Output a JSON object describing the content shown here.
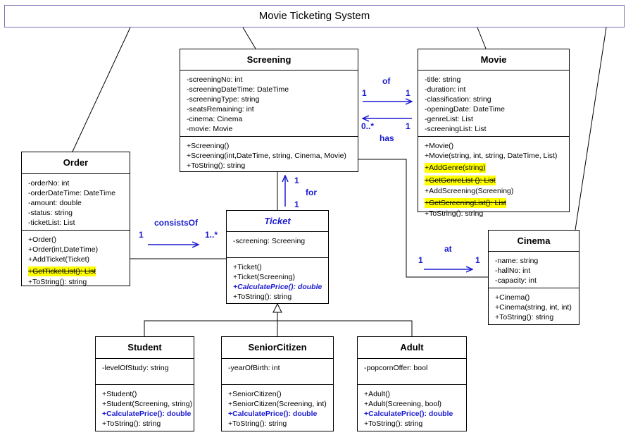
{
  "diagram_title": "Movie Ticketing System",
  "classes": {
    "screening": {
      "name": "Screening",
      "attributes": [
        "-screeningNo: int",
        "-screeningDateTime: DateTime",
        "-screeningType: string",
        "-seatsRemaining: int",
        "-cinema: Cinema",
        "-movie: Movie"
      ],
      "methods": [
        "+Screening()",
        "+Screening(int,DateTime, string, Cinema, Movie)",
        "+ToString(): string"
      ]
    },
    "movie": {
      "name": "Movie",
      "attributes": [
        "-title: string",
        "-duration: int",
        "-classification: string",
        "-openingDate: DateTime",
        "-genreList: List",
        "-screeningList: List"
      ],
      "methods": [
        "+Movie()",
        "+Movie(string, int, string, DateTime, List)",
        "+AddGenre(string)",
        "+GetGenreList (): List",
        "+AddScreening(Screening)",
        "+GetScreeningList(): List",
        "+ToString(): string"
      ]
    },
    "order": {
      "name": "Order",
      "attributes": [
        "-orderNo: int",
        "-orderDateTime: DateTime",
        "-amount: double",
        "-status: string",
        "-ticketList: List"
      ],
      "methods": [
        "+Order()",
        "+Order(int,DateTime)",
        "+AddTicket(Ticket)",
        "+GetTicketList(): List",
        "+ToString(): string"
      ]
    },
    "ticket": {
      "name": "Ticket",
      "attributes": [
        "-screening: Screening"
      ],
      "methods": [
        "+Ticket()",
        "+Ticket(Screening)",
        "+CalculatePrice(): double",
        "+ToString(): string"
      ]
    },
    "cinema": {
      "name": "Cinema",
      "attributes": [
        "-name: string",
        "-hallNo: int",
        "-capacity: int"
      ],
      "methods": [
        "+Cinema()",
        "+Cinema(string, int, int)",
        "+ToString(): string"
      ]
    },
    "student": {
      "name": "Student",
      "attributes": [
        "-levelOfStudy: string"
      ],
      "methods": [
        "+Student()",
        "+Student(Screening, string)",
        "+CalculatePrice(): double",
        "+ToString(): string"
      ]
    },
    "senior": {
      "name": "SeniorCitizen",
      "attributes": [
        "-yearOfBirth: int"
      ],
      "methods": [
        "+SeniorCitizen()",
        "+SeniorCitizen(Screening, int)",
        "+CalculatePrice(): double",
        "+ToString(): string"
      ]
    },
    "adult": {
      "name": "Adult",
      "attributes": [
        "-popcornOffer: bool"
      ],
      "methods": [
        "+Adult()",
        "+Adult(Screening, bool)",
        "+CalculatePrice(): double",
        "+ToString(): string"
      ]
    }
  },
  "associations": {
    "of": {
      "label": "of",
      "from_mult": "1",
      "to_mult": "1"
    },
    "has": {
      "label": "has",
      "from_mult": "1",
      "to_mult": "0..*"
    },
    "for": {
      "label": "for",
      "top_mult": "1",
      "bottom_mult": "1"
    },
    "consists_of": {
      "label": "consistsOf",
      "from_mult": "1",
      "to_mult": "1..*"
    },
    "at": {
      "label": "at",
      "from_mult": "1",
      "to_mult": "1"
    }
  },
  "colors": {
    "association": "#1a1ad0",
    "highlight": "#ffff00",
    "title_border": "#7a6fb0"
  }
}
